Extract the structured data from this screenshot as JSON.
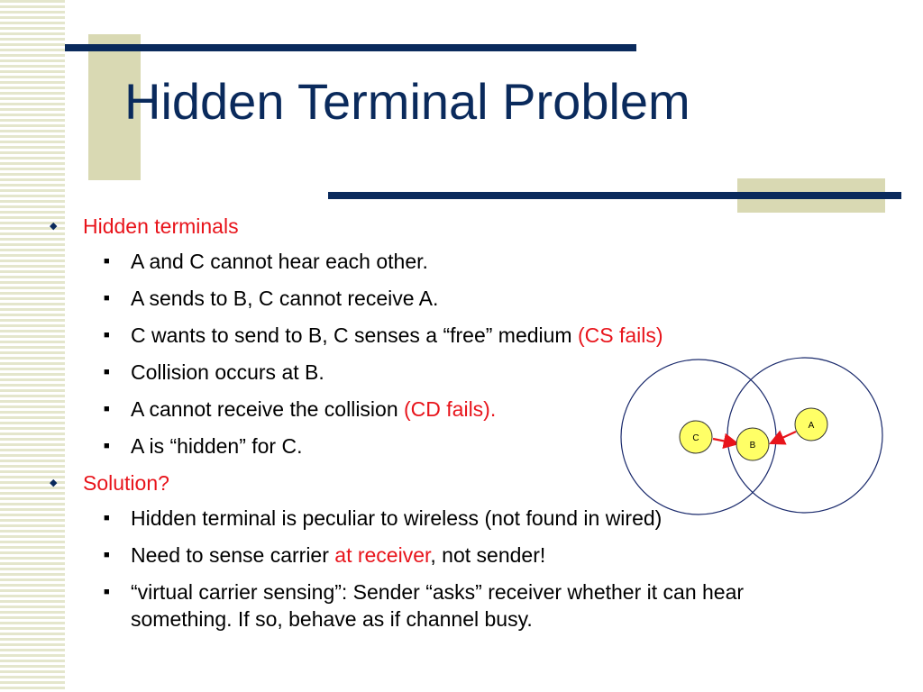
{
  "title": "Hidden Terminal Problem",
  "bullets": {
    "hidden_terminals": "Hidden terminals",
    "items1": [
      {
        "text": "A and C cannot hear each other.",
        "red": ""
      },
      {
        "text": "A sends to B, C cannot receive A.",
        "red": ""
      },
      {
        "text": "C wants to send to B, C senses a “free” medium ",
        "red": "(CS fails)"
      },
      {
        "text": "Collision occurs at B.",
        "red": ""
      },
      {
        "text": "A cannot receive the collision ",
        "red": "(CD fails)."
      },
      {
        "text": "A is “hidden” for C.",
        "red": ""
      }
    ],
    "solution": "Solution?",
    "items2": [
      {
        "text": "Hidden terminal is peculiar to wireless (not found in wired)"
      },
      {
        "pre": "Need to sense carrier ",
        "red": "at receiver",
        "post": ", not sender!"
      },
      {
        "text": "“virtual carrier sensing”: Sender “asks” receiver whether it can hear something. If so, behave as if channel busy."
      }
    ]
  },
  "diagram": {
    "node_c": "C",
    "node_b": "B",
    "node_a": "A",
    "node_fill": "#ffff66",
    "circle_stroke": "#1a2a6c",
    "arrow_color": "#e8141b"
  },
  "colors": {
    "title": "#0a2a5c",
    "accent_red": "#e8141b",
    "deco_rect": "#d9d9b3"
  }
}
